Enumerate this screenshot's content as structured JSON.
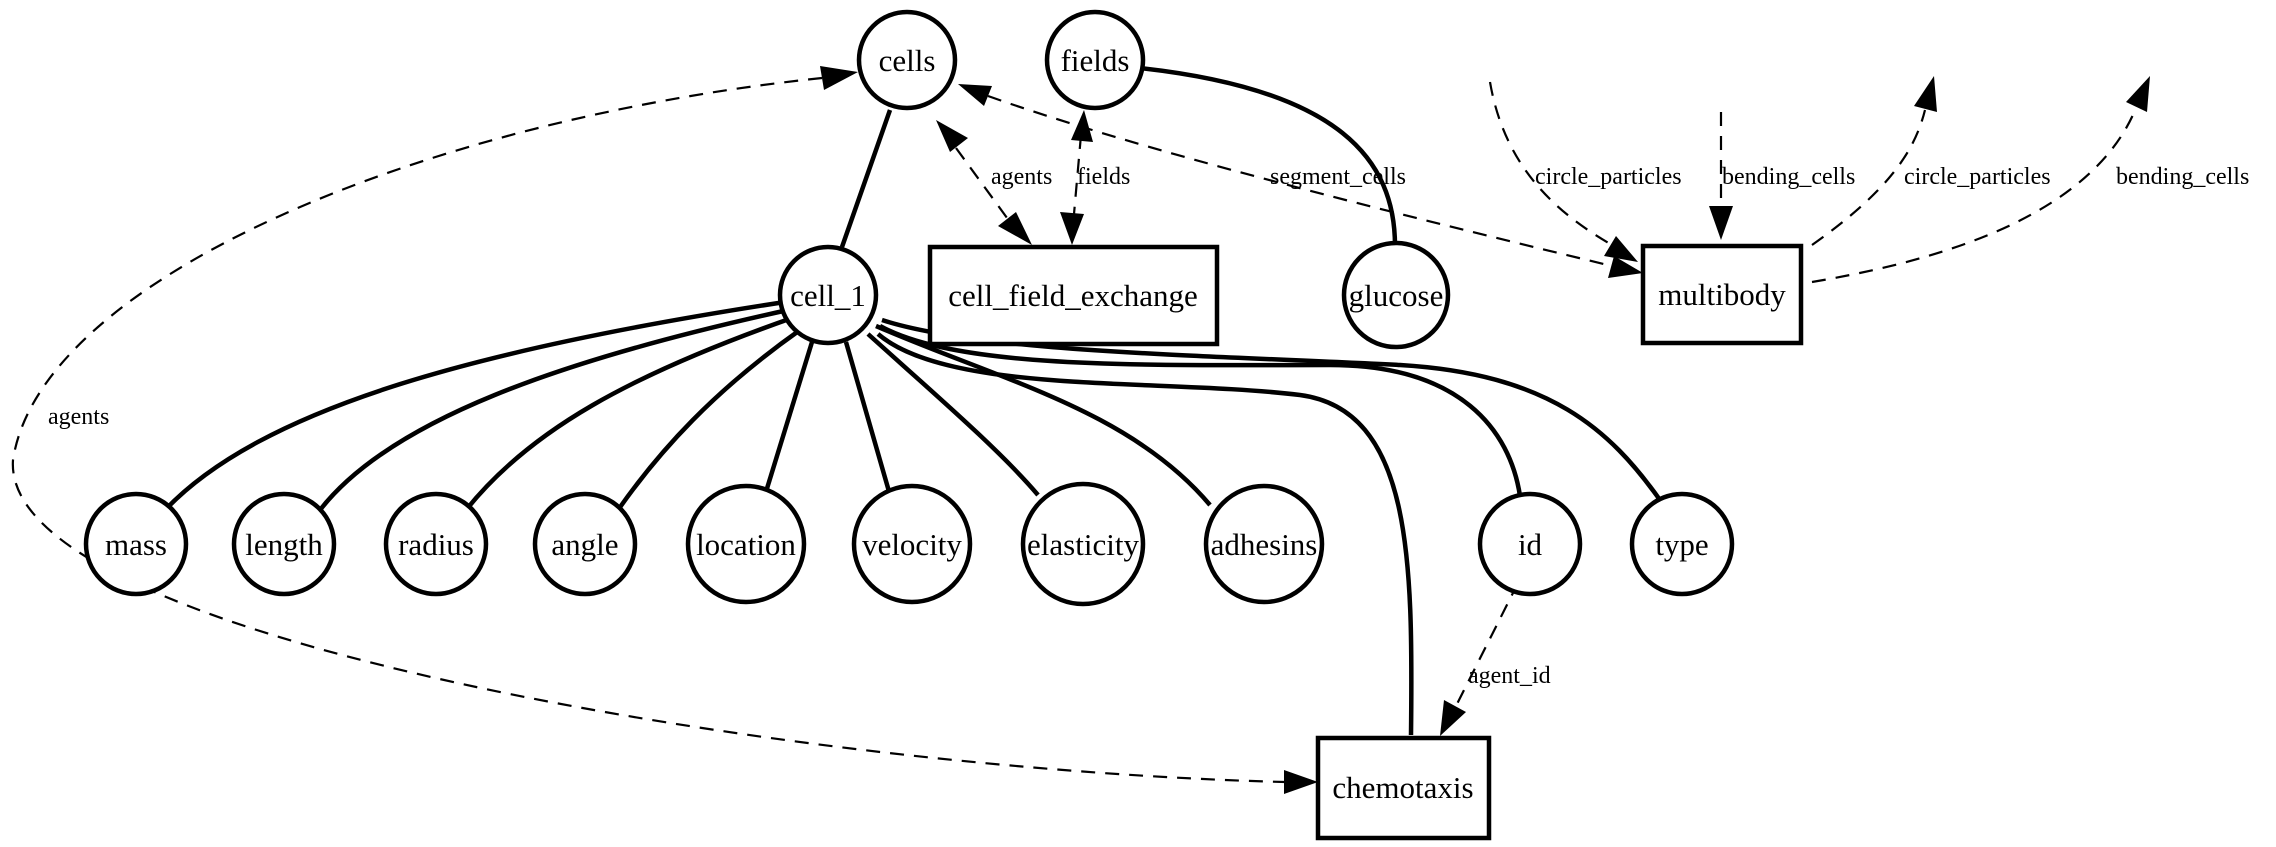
{
  "diagram": {
    "nodes": {
      "cells": "cells",
      "fields": "fields",
      "cell_1": "cell_1",
      "cell_field_exchange": "cell_field_exchange",
      "glucose": "glucose",
      "multibody": "multibody",
      "mass": "mass",
      "length": "length",
      "radius": "radius",
      "angle": "angle",
      "location": "location",
      "velocity": "velocity",
      "elasticity": "elasticity",
      "adhesins": "adhesins",
      "id": "id",
      "type": "type",
      "chemotaxis": "chemotaxis"
    },
    "edge_labels": {
      "agents_exchange": "agents",
      "fields_exchange": "fields",
      "segment_cells": "segment_cells",
      "circle_particles_in": "circle_particles",
      "bending_cells_in": "bending_cells",
      "circle_particles_out": "circle_particles",
      "bending_cells_out": "bending_cells",
      "agents_chemotaxis": "agents",
      "agent_id": "agent_id"
    }
  }
}
